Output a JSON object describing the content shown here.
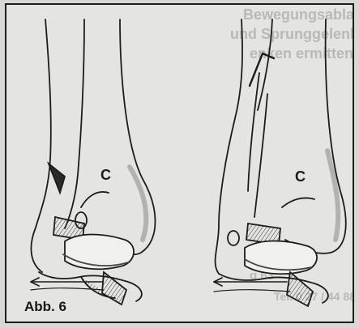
{
  "figure": {
    "caption": "Abb. 6",
    "left_label": "C",
    "right_label": "C"
  },
  "bleed_through": {
    "line1": "Bewegungsablauf",
    "line2": "und Sprunggelenk",
    "line3": "enken ermitten",
    "line4": "g 63",
    "line5": "Tel. 0 27 / 44 88"
  }
}
